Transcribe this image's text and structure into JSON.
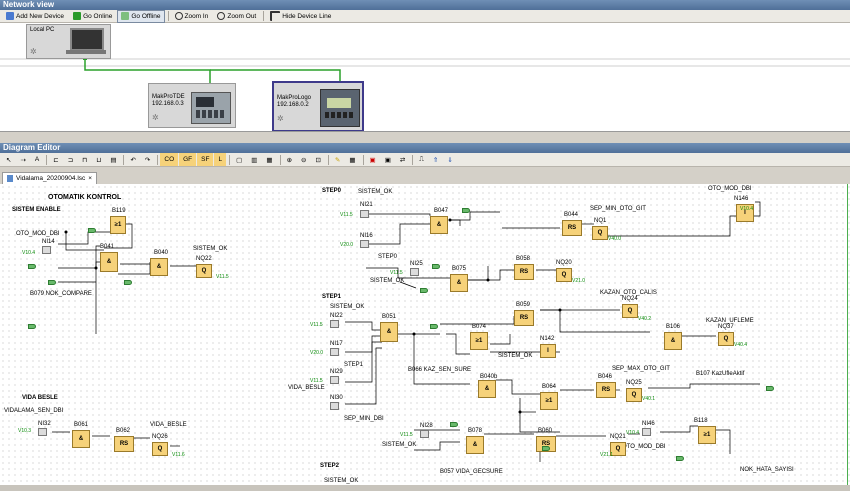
{
  "network": {
    "title": "Network view",
    "toolbar": [
      "Add New Device",
      "Go Online",
      "Go Offline",
      "Zoom In",
      "Zoom Out",
      "Hide Device Line"
    ],
    "devices": [
      {
        "name": "Local PC"
      },
      {
        "name": "MakProTDE",
        "ip": "192.168.0.3"
      },
      {
        "name": "MakProLogo",
        "ip": "192.168.0.2"
      }
    ]
  },
  "diagram": {
    "title": "Diagram Editor",
    "tab": "Vidalama_20200904.lsc",
    "headings": {
      "auto": "OTOMATIK KONTROL",
      "enable": "SISTEM ENABLE",
      "vida": "VIDA BESLE",
      "step0": "STEP0",
      "step1": "STEP1",
      "step2": "STEP2"
    },
    "labels": {
      "oto_mod": "OTO_MOD_DBI",
      "sistem_ok": "SISTEM_OK",
      "sep_min": "SEP_MIN_OTO_GIT",
      "oto_mod2": "OTO_MOD_DBI",
      "kazan_calis": "KAZAN_OTO_CALIS",
      "kazan_ufleme": "KAZAN_UFLEME",
      "sep_max": "SEP_MAX_OTO_GIT",
      "vidalama_sen": "VIDALAMA_SEN_DBI",
      "vida_besle": "VIDA_BESLE",
      "vida_besle2": "VIDA_BESLE",
      "step0": "STEP0",
      "step1": "STEP1",
      "sep_min_dbi": "SEP_MIN_DBI",
      "kaz_sen_sure": "B066 KAZ_SEN_SURE",
      "vida_gecsure": "B057 VIDA_GECSURE",
      "nok_hata": "NOK_HATA_SAYISI",
      "nok_compare": "B079 NOK_COMPARE",
      "kazan_ufleme_b": "B107 KazUfleAktif",
      "oto_mod3": "OTO_MOD_DBI",
      "sistem_ok2": "SISTEM_OK",
      "sistem_ok3": "SISTEM_OK",
      "sistem_ok4": "SISTEM_OK",
      "sistem_ok5": "SISTEM_OK",
      "sistem_ok6": "SISTEM_OK",
      "sistem_ok7": "SISTEM_OK"
    },
    "blocks": [
      {
        "id": "B119",
        "sym": "≥1"
      },
      {
        "id": "B041",
        "sym": "&"
      },
      {
        "id": "B040",
        "sym": "&"
      },
      {
        "id": "NQ22",
        "sym": "Q"
      },
      {
        "id": "B047",
        "sym": "&"
      },
      {
        "id": "B044",
        "sym": "RS"
      },
      {
        "id": "NQ1",
        "sym": "Q"
      },
      {
        "id": "N146",
        "sym": "I"
      },
      {
        "id": "B075",
        "sym": "&"
      },
      {
        "id": "B058",
        "sym": "RS"
      },
      {
        "id": "NQ20",
        "sym": "Q"
      },
      {
        "id": "B051",
        "sym": "&"
      },
      {
        "id": "B059",
        "sym": "RS"
      },
      {
        "id": "NQ24",
        "sym": "Q"
      },
      {
        "id": "B106",
        "sym": "&"
      },
      {
        "id": "NQ37",
        "sym": "Q"
      },
      {
        "id": "B074",
        "sym": "≥1"
      },
      {
        "id": "N142",
        "sym": "I"
      },
      {
        "id": "B040b",
        "sym": "&"
      },
      {
        "id": "B064",
        "sym": "≥1"
      },
      {
        "id": "B046",
        "sym": "RS"
      },
      {
        "id": "NQ25",
        "sym": "Q"
      },
      {
        "id": "B061",
        "sym": "&"
      },
      {
        "id": "B062",
        "sym": "RS"
      },
      {
        "id": "NQ26",
        "sym": "Q"
      },
      {
        "id": "B078",
        "sym": "&"
      },
      {
        "id": "B060",
        "sym": "RS"
      },
      {
        "id": "NQ21",
        "sym": "Q"
      },
      {
        "id": "B118",
        "sym": "≥1"
      }
    ],
    "inputs": [
      "NI14",
      "NI21",
      "NI16",
      "NI25",
      "NI22",
      "NI17",
      "NI29",
      "NI30",
      "NI28",
      "NI32",
      "NI46"
    ],
    "values": {
      "v1": "V10.4",
      "v2": "V11.5",
      "v3": "V20.0",
      "v4": "V10.3",
      "v5": "V11.6",
      "v6": "V40.0",
      "v7": "V21.0",
      "v8": "V40.2",
      "v9": "V40.4",
      "v10": "V40.1",
      "v11": "V21.1"
    }
  }
}
